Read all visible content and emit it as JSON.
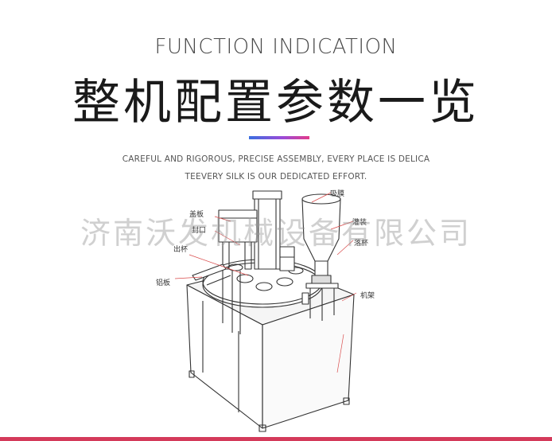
{
  "header": {
    "en_title": "FUNCTION INDICATION",
    "cn_title": "整机配置参数一览"
  },
  "tagline": {
    "line1": "CAREFUL AND RIGOROUS, PRECISE ASSEMBLY, EVERY PLACE IS DELICA",
    "line2": "TEEVERY SILK IS OUR DEDICATED EFFORT."
  },
  "diagram": {
    "labels": {
      "film": "吸膜",
      "cup_bin": "盖板",
      "seal": "封口",
      "cup_out": "出杯",
      "press": "灌装",
      "drop_cup": "落杯",
      "aluminum": "铝板",
      "frame": "机架"
    }
  },
  "watermark": "济南沃发机械设备有限公司",
  "colors": {
    "accent_start": "#3a6fe0",
    "accent_end": "#e23b8a",
    "bottom_bar": "#d43a5a"
  }
}
